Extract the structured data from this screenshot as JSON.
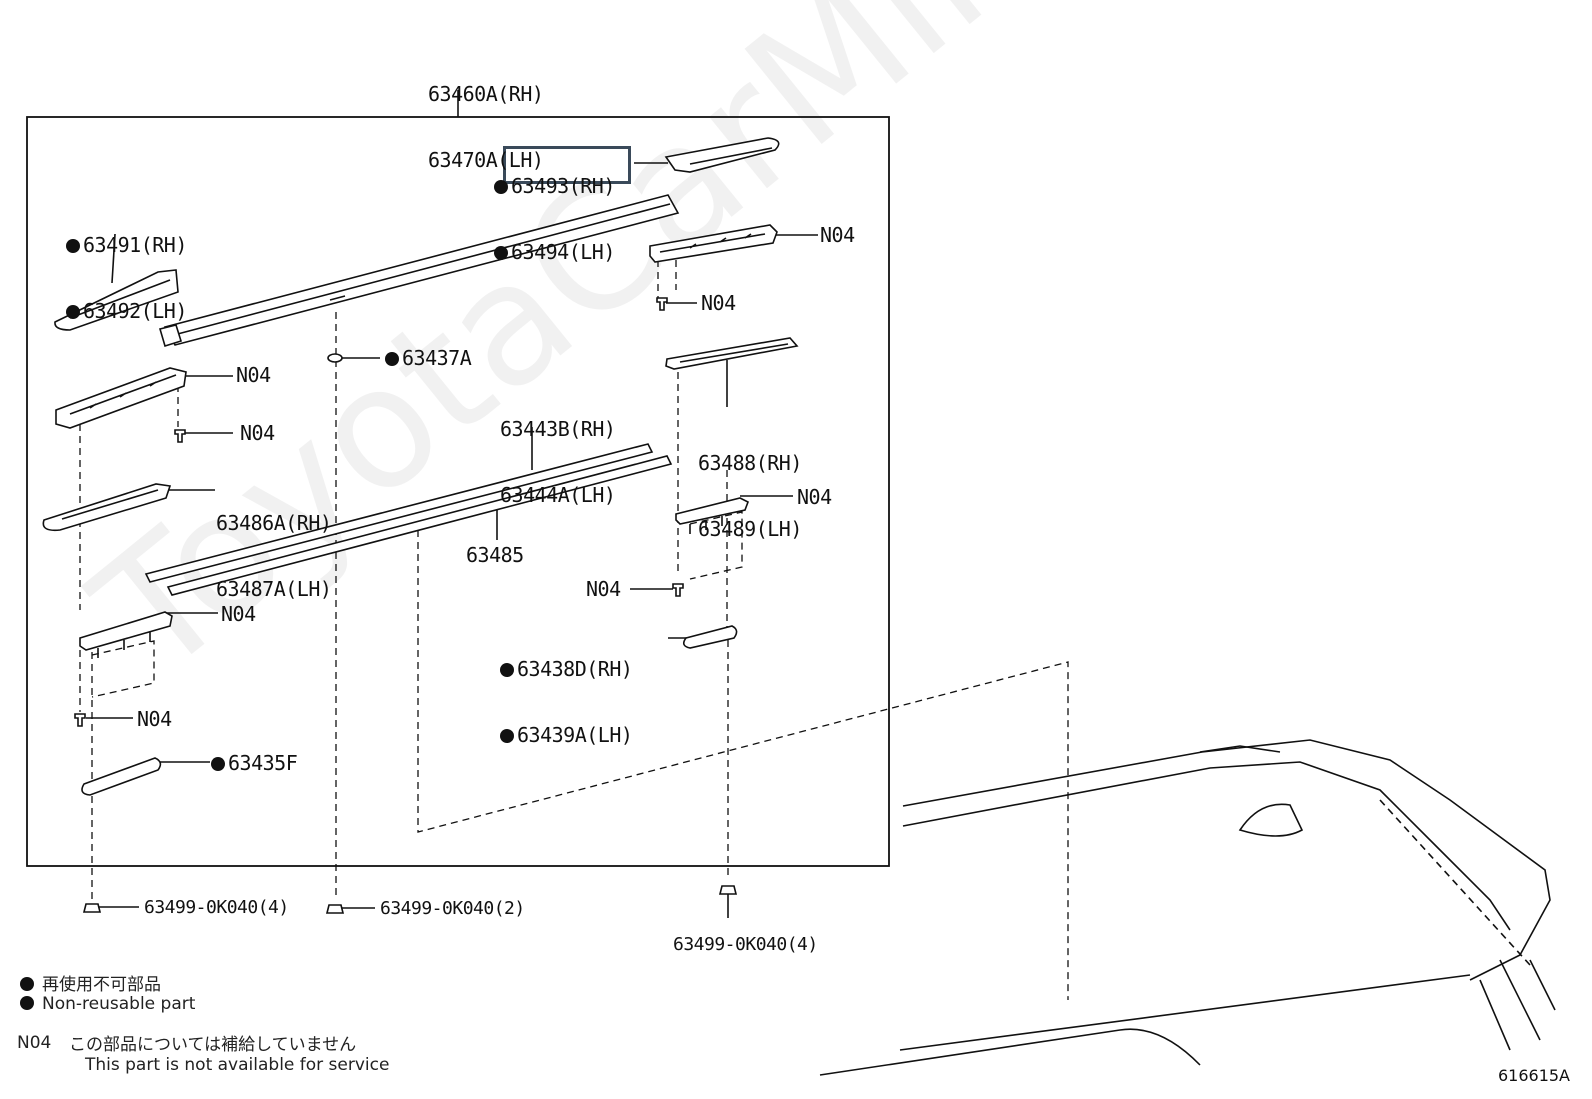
{
  "diagram": {
    "assembly": {
      "line1": "63460A(RH)",
      "line2": "63470A(LH)"
    },
    "end_cover_rear": {
      "line1": "63493(RH)",
      "line2": "63494(LH)"
    },
    "end_cover_front": {
      "line1": "63491(RH)",
      "line2": "63492(LH)"
    },
    "bracket_n04_tr": "N04",
    "screw_n04_tr": "N04",
    "bracket_n04_tl": "N04",
    "screw_n04_tl": "N04",
    "gasket_63437a": "63437A",
    "moulding": {
      "line1": "63443B(RH)",
      "line2": "63444A(LH)"
    },
    "pad_rear": {
      "line1": "63488(RH)",
      "line2": "63489(LH)"
    },
    "pad_front": {
      "line1": "63486A(RH)",
      "line2": "63487A(LH)"
    },
    "strip_63485": "63485",
    "bracket_n04_r2": "N04",
    "screw_n04_r2": "N04",
    "bracket_n04_l2": "N04",
    "screw_n04_l2": "N04",
    "gasket_right": {
      "line1": "63438D(RH)",
      "line2": "63439A(LH)"
    },
    "gasket_63435f": "63435F",
    "nut_left": "63499-0K040(4)",
    "nut_middle": "63499-0K040(2)",
    "nut_right": "63499-0K040(4)"
  },
  "legend": {
    "non_reusable_jp": "再使用不可部品",
    "non_reusable_en": "Non-reusable part",
    "n04_code": "N04",
    "n04_jp": "この部品については補給していません",
    "n04_en": "This part is not available for service"
  },
  "watermark": "ToyotaCarMine.ru",
  "figure_number": "616615A",
  "colors": {
    "line": "#111111",
    "highlight_box": "#3a4a5a",
    "watermark": "#e8e8e8"
  }
}
